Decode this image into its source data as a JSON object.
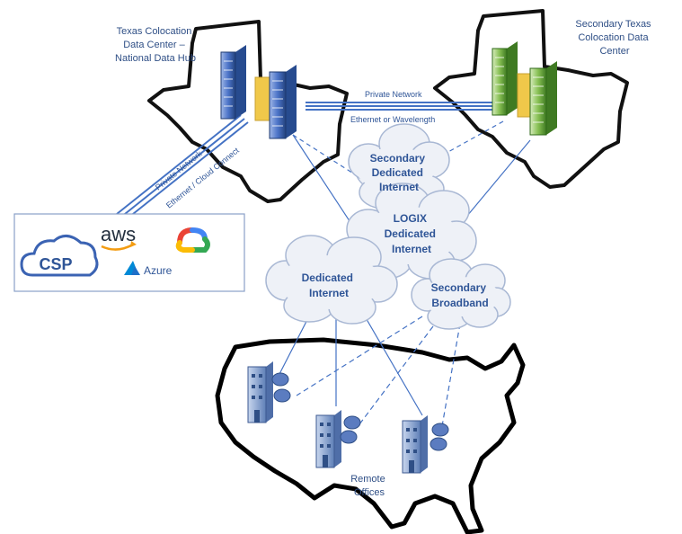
{
  "title": "",
  "data_centers": {
    "primary": {
      "label_lines": [
        "Texas Colocation",
        "Data Center –",
        "National Data Hub"
      ]
    },
    "secondary": {
      "label_lines": [
        "Secondary Texas",
        "Colocation Data",
        "Center"
      ]
    }
  },
  "links": {
    "dc_link_top": "Private Network",
    "dc_link_bottom": "Ethernet or Wavelength",
    "cloud_link_top": "Private Network",
    "cloud_link_bottom": "Ethernet / Cloud Connect"
  },
  "clouds": {
    "secondary_dedicated": [
      "Secondary",
      "Dedicated",
      "Internet"
    ],
    "logix": [
      "LOGIX",
      "Dedicated",
      "Internet"
    ],
    "dedicated": [
      "Dedicated",
      "Internet"
    ],
    "secondary_broadband": [
      "Secondary",
      "Broadband"
    ]
  },
  "cloud_providers": {
    "aws": "aws",
    "csp": "CSP",
    "azure": "Azure",
    "google_cloud_icon": "google-cloud-logo"
  },
  "remote_offices": {
    "label_lines": [
      "Remote",
      "Offices"
    ]
  },
  "colors": {
    "link_blue": "#4472c4",
    "text_blue": "#2f5597",
    "cloud_fill": "#eef1f7",
    "cloud_stroke": "#a9b8d4",
    "server_blue": "#3f66b8",
    "server_green": "#5f9e3a"
  }
}
